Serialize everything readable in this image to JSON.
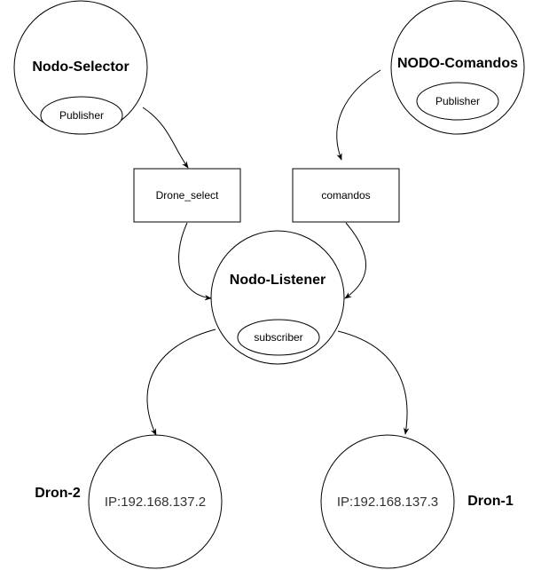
{
  "nodes": {
    "selector": {
      "title": "Nodo-Selector",
      "role": "Publisher"
    },
    "comandos": {
      "title": "NODO-Comandos",
      "role": "Publisher"
    },
    "listener": {
      "title": "Nodo-Listener",
      "role": "subscriber"
    },
    "dron2": {
      "title": "Dron-2",
      "ip": "IP:192.168.137.2"
    },
    "dron1": {
      "title": "Dron-1",
      "ip": "IP:192.168.137.3"
    }
  },
  "topics": {
    "drone_select": "Drone_select",
    "comandos": "comandos"
  },
  "colors": {
    "stroke": "#000000",
    "background": "#ffffff",
    "ip_text": "#333333"
  }
}
